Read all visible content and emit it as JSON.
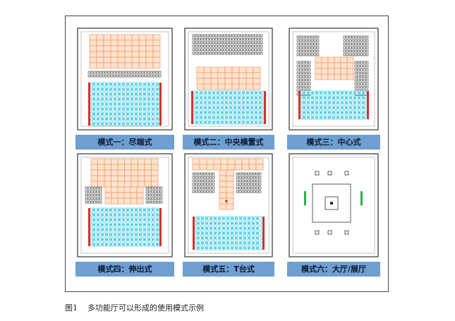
{
  "figure": {
    "number": "图1",
    "caption": "多功能厅可以形成的使用模式示例"
  },
  "panels": [
    {
      "label": "模式一：尽端式",
      "type": "end"
    },
    {
      "label": "模式二：中央横置式",
      "type": "central"
    },
    {
      "label": "模式三：中心式",
      "type": "center"
    },
    {
      "label": "模式四：伸出式",
      "type": "thrust"
    },
    {
      "label": "模式五：T台式",
      "type": "t-stage"
    },
    {
      "label": "模式六：大厅/展厅",
      "type": "hall"
    }
  ],
  "colors": {
    "stage_fill": "#fde3cc",
    "stage_grid": "#f08a5d",
    "tier_cyan": "#5fd0e6",
    "rail_red": "#d9302c",
    "label_bg": "#6f9fd1",
    "wall": "#333333"
  }
}
